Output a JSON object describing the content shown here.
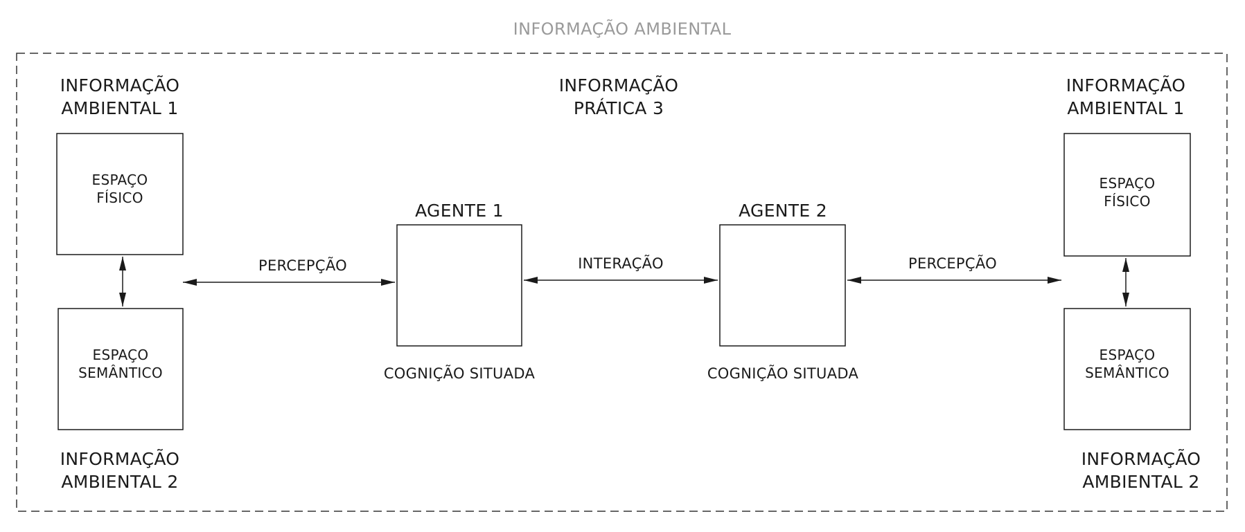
{
  "outer_title": "INFORMAÇÃO AMBIENTAL",
  "left": {
    "top_heading": "INFORMAÇÃO\nAMBIENTAL 1",
    "box_top": "ESPAÇO\nFÍSICO",
    "box_bottom": "ESPAÇO\nSEMÂNTICO",
    "bottom_heading": "INFORMAÇÃO\nAMBIENTAL 2"
  },
  "center": {
    "heading": "INFORMAÇÃO\nPRÁTICA 3",
    "agent1": {
      "title": "AGENTE 1",
      "caption": "COGNIÇÃO SITUADA"
    },
    "agent2": {
      "title": "AGENTE 2",
      "caption": "COGNIÇÃO SITUADA"
    }
  },
  "right": {
    "top_heading": "INFORMAÇÃO\nAMBIENTAL 1",
    "box_top": "ESPAÇO\nFÍSICO",
    "box_bottom": "ESPAÇO\nSEMÂNTICO",
    "bottom_heading": "INFORMAÇÃO\nAMBIENTAL 2"
  },
  "arrows": {
    "left_label": "PERCEPÇÃO",
    "middle_label": "INTERAÇÃO",
    "right_label": "PERCEPÇÃO"
  },
  "colors": {
    "outer_title": "#9a9a9a",
    "stroke": "#1a1a1a",
    "dashed_border": "#333333"
  }
}
